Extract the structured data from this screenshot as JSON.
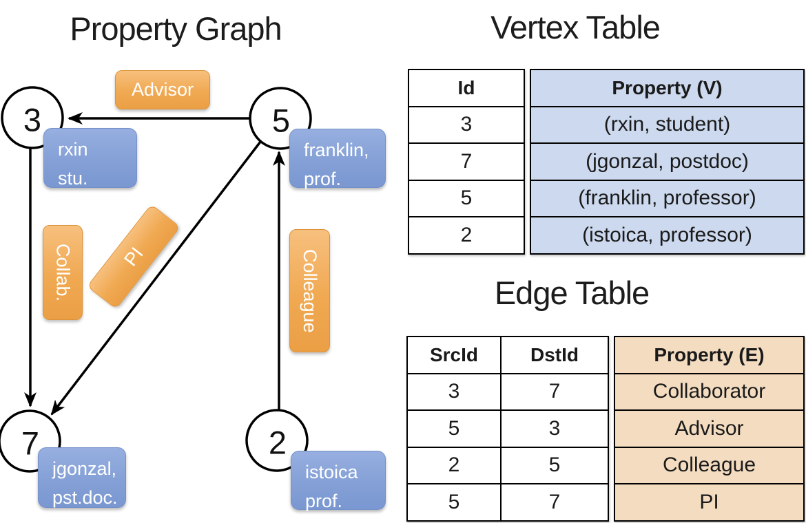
{
  "graph": {
    "title": "Property Graph",
    "nodes": [
      {
        "id": "3",
        "label": [
          "rxin",
          "stu."
        ]
      },
      {
        "id": "5",
        "label": [
          "franklin,",
          "prof."
        ]
      },
      {
        "id": "7",
        "label": [
          "jgonzal,",
          "pst.doc."
        ]
      },
      {
        "id": "2",
        "label": [
          "istoica",
          "prof."
        ]
      }
    ],
    "edge_labels": {
      "advisor": "Advisor",
      "collab": "Collab.",
      "pi": "PI",
      "colleague": "Colleague"
    }
  },
  "vertex_table": {
    "title": "Vertex Table",
    "columns": [
      "Id",
      "Property (V)"
    ],
    "rows": [
      [
        "3",
        "(rxin, student)"
      ],
      [
        "7",
        "(jgonzal, postdoc)"
      ],
      [
        "5",
        "(franklin, professor)"
      ],
      [
        "2",
        "(istoica, professor)"
      ]
    ]
  },
  "edge_table": {
    "title": "Edge Table",
    "columns": [
      "SrcId",
      "DstId",
      "Property (E)"
    ],
    "rows": [
      [
        "3",
        "7",
        "Collaborator"
      ],
      [
        "5",
        "3",
        "Advisor"
      ],
      [
        "2",
        "5",
        "Colleague"
      ],
      [
        "5",
        "7",
        "PI"
      ]
    ]
  },
  "colors": {
    "edge_label_orange": "#f0a952",
    "node_label_blue": "#84a0d6",
    "vertex_cell_blue": "#ccd9ee",
    "edge_cell_tan": "#f4dcc1",
    "line_black": "#000000"
  }
}
